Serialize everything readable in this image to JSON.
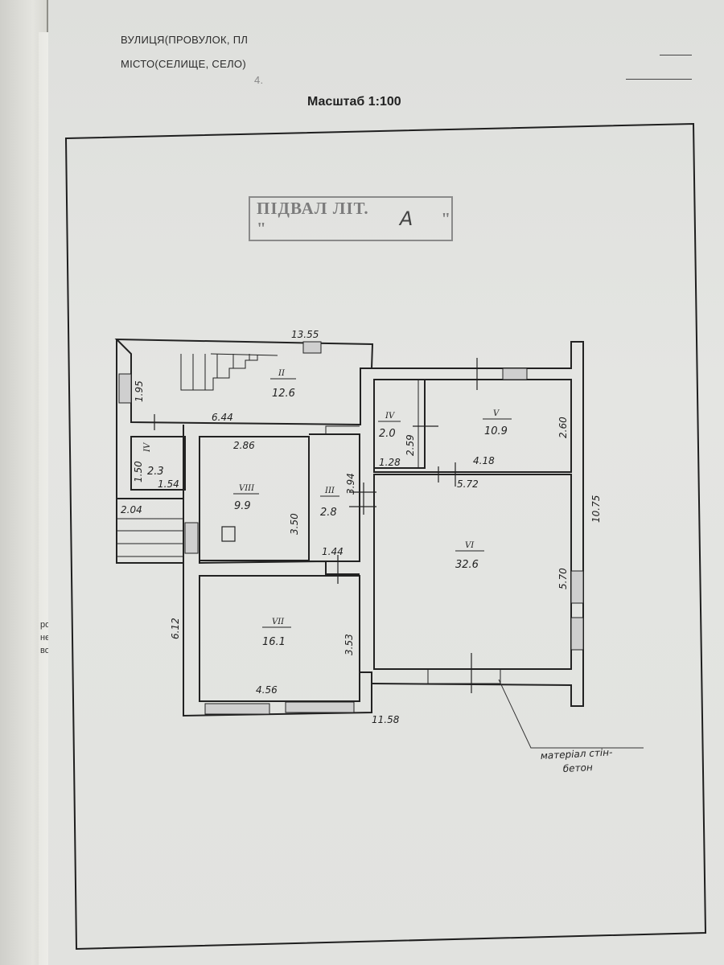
{
  "header": {
    "line1": "ВУЛИЦЯ(ПРОВУЛОК, ПЛ",
    "line2": "МІСТО(СЕЛИЩЕ, СЕЛО)",
    "line3": "4."
  },
  "scale": "Масштаб 1:100",
  "stamp": {
    "prefix": "ПІДВАЛ ЛІТ. \"",
    "letter": "А",
    "suffix": "\""
  },
  "left_margin_text": [
    "ро",
    "не",
    "во"
  ],
  "rooms": [
    {
      "num": "II",
      "area": "12.6"
    },
    {
      "num": "IV",
      "area": "2.3"
    },
    {
      "num": "VIII",
      "area": "9.9"
    },
    {
      "num": "III",
      "area": "2.8"
    },
    {
      "num": "IV",
      "area": "2.0"
    },
    {
      "num": "V",
      "area": "10.9"
    },
    {
      "num": "VI",
      "area": "32.6"
    },
    {
      "num": "VII",
      "area": "16.1"
    }
  ],
  "dimensions": {
    "top": "13.55",
    "room2_h": "1.95",
    "room2_w": "6.44",
    "room8_w": "2.86",
    "room4_h": "1.50",
    "room4_w": "1.54",
    "stair_w": "2.04",
    "room8_h": "3.50",
    "room3_h": "3.94",
    "room3_w": "1.44",
    "left": "6.12",
    "room7_h": "3.53",
    "room7_w": "4.56",
    "bottom": "11.58",
    "roomIVr_w": "1.28",
    "roomIVr_h": "2.59",
    "room5_w": "4.18",
    "room5_h": "2.60",
    "room6_w": "5.72",
    "right": "10.75",
    "room6_h": "5.70"
  },
  "note": {
    "line1": "матеріал стін-",
    "line2": "бетон"
  }
}
